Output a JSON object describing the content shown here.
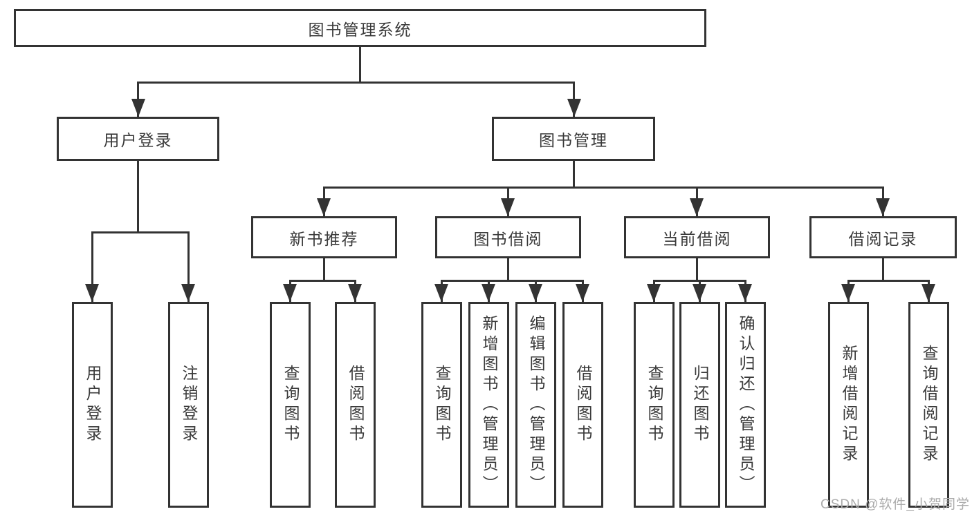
{
  "tree": {
    "label": "图书管理系统",
    "children": [
      {
        "label": "用户登录",
        "children": [
          {
            "label": "用户登录"
          },
          {
            "label": "注销登录"
          }
        ]
      },
      {
        "label": "图书管理",
        "children": [
          {
            "label": "新书推荐",
            "children": [
              {
                "label": "查询图书"
              },
              {
                "label": "借阅图书"
              }
            ]
          },
          {
            "label": "图书借阅",
            "children": [
              {
                "label": "查询图书"
              },
              {
                "label": "新增图书（管理员）"
              },
              {
                "label": "编辑图书（管理员）"
              },
              {
                "label": "借阅图书"
              }
            ]
          },
          {
            "label": "当前借阅",
            "children": [
              {
                "label": "查询图书"
              },
              {
                "label": "归还图书"
              },
              {
                "label": "确认归还（管理员）"
              }
            ]
          },
          {
            "label": "借阅记录",
            "children": [
              {
                "label": "新增借阅记录"
              },
              {
                "label": "查询借阅记录"
              }
            ]
          }
        ]
      }
    ]
  },
  "watermark": {
    "text": "CSDN @软件_小贺同学"
  },
  "colors": {
    "line": "#333333",
    "text": "#3a3a3a",
    "box_background": "#ffffff",
    "page_background": "#ffffff",
    "watermark": "#ababab"
  }
}
